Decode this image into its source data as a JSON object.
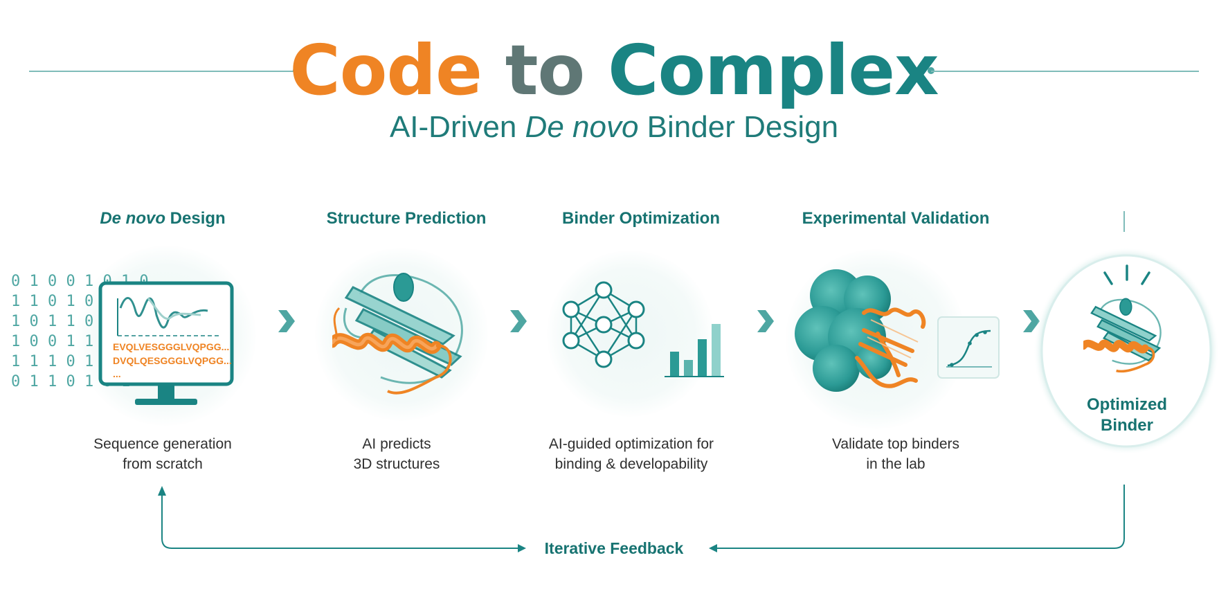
{
  "title": {
    "word1": "Code",
    "word2": "to",
    "word3": "Complex"
  },
  "subtitle": {
    "part1": "AI-Driven ",
    "italic": "De novo",
    "part2": " Binder Design"
  },
  "steps": [
    {
      "heading_italic": "De novo",
      "heading_rest": " Design",
      "desc_line1": "Sequence generation",
      "desc_line2": "from scratch"
    },
    {
      "heading": "Structure Prediction",
      "desc_line1": "AI predicts",
      "desc_line2": "3D structures"
    },
    {
      "heading": "Binder Optimization",
      "desc_line1": "AI-guided optimization for",
      "desc_line2": "binding & developability"
    },
    {
      "heading": "Experimental Validation",
      "desc_line1": "Validate top binders",
      "desc_line2": "in the lab"
    }
  ],
  "monitor": {
    "seq_line1": "EVQLVESGGGLVQPGG...",
    "seq_line2": "DVQLQESGGGLVQPGG...",
    "seq_line3": "..."
  },
  "binary_lines": [
    "0 1 0 0 1 0 1 0",
    "1 1 0 1 0 1 1 0",
    "1 0 1 1 0 1 0 1",
    "1 0 0 1 1 0 1 1",
    "1 1 1 0 1 0 1 0",
    "0 1 1 0 1 0 1"
  ],
  "final": {
    "line1": "Optimized",
    "line2": "Binder"
  },
  "feedback": {
    "label": "Iterative Feedback"
  },
  "colors": {
    "orange": "#ef8424",
    "teal": "#1a8483",
    "gray": "#5f7775",
    "light_teal": "#4ea6a2"
  }
}
